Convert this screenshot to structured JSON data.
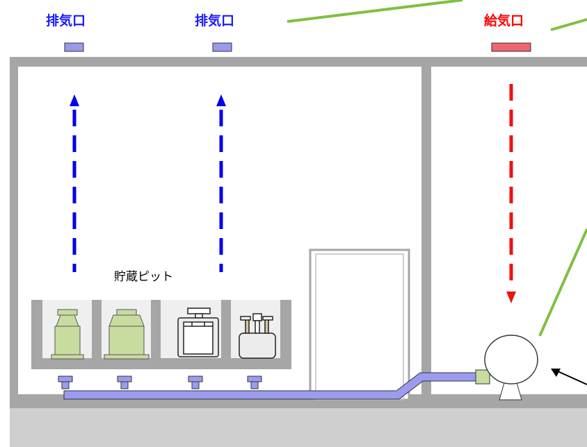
{
  "labels": {
    "exhaust_1": "排気口",
    "exhaust_2": "排気口",
    "supply": "給気口",
    "pit": "貯蔵ピット"
  },
  "colors": {
    "exhaust_text": "#1a1aff",
    "exhaust_arrow": "#0000ee",
    "supply_text": "#ff0000",
    "supply_arrow": "#ee1111",
    "vent_exhaust": "#9999ee",
    "vent_supply": "#ee6670",
    "wall": "#a6a6a6",
    "floor": "#cfcfcf",
    "pipe": "#9b9bf0",
    "leader_line": "#80c040",
    "container": "#c8dca0"
  }
}
